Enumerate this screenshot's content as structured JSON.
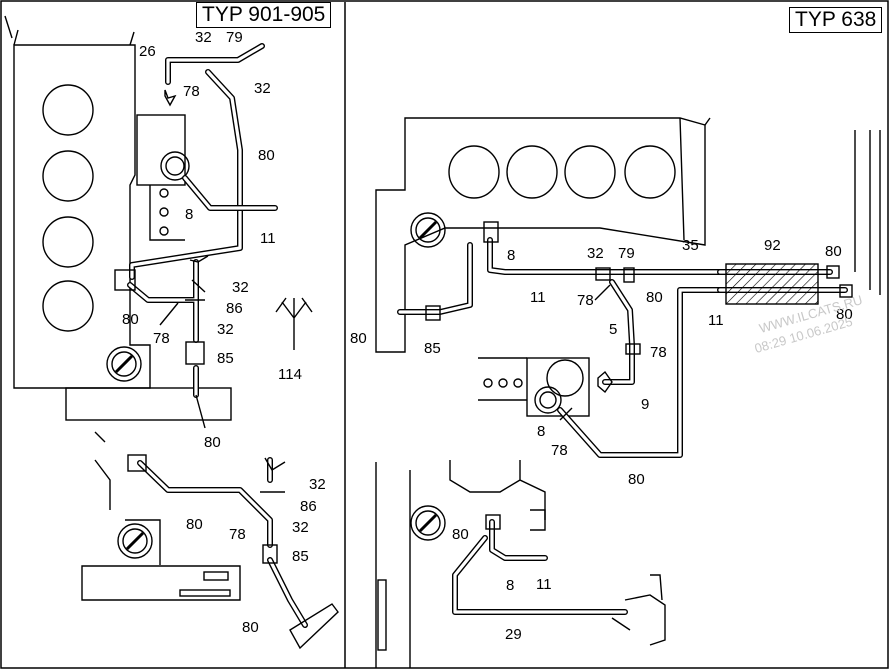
{
  "headers": {
    "left": "TYP 901-905",
    "right": "TYP 638"
  },
  "watermark": {
    "line1": "WWW.ILCATS.RU",
    "line2": "08:29 10.06.2025"
  },
  "callouts": {
    "left_top": [
      "26",
      "32",
      "79",
      "32",
      "78",
      "80",
      "8",
      "11",
      "32",
      "86",
      "80",
      "78",
      "32",
      "85",
      "80",
      "114"
    ],
    "left_bottom": [
      "32",
      "86",
      "80",
      "78",
      "32",
      "85",
      "80"
    ],
    "right_top": [
      "8",
      "32",
      "79",
      "35",
      "92",
      "80",
      "80",
      "85",
      "11",
      "78",
      "80",
      "11",
      "80",
      "5",
      "78",
      "9",
      "8",
      "78",
      "80"
    ],
    "right_bottom": [
      "80",
      "8",
      "11",
      "29"
    ]
  }
}
